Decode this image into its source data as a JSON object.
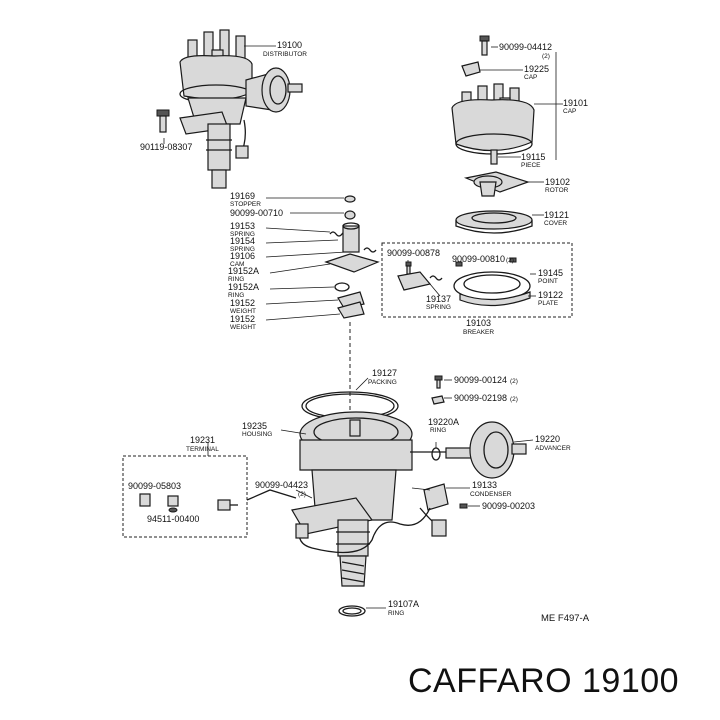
{
  "caption": "CAFFARO 19100",
  "figure_ref": "ME  F497-A",
  "labels": {
    "l19100": {
      "no": "19100",
      "name": "DISTRIBUTOR"
    },
    "l90119": {
      "no": "90119-08307",
      "name": ""
    },
    "l04412": {
      "no": "90099-04412",
      "name": "(2)"
    },
    "l19225": {
      "no": "19225",
      "name": "CAP"
    },
    "l19101": {
      "no": "19101",
      "name": "CAP"
    },
    "l19115": {
      "no": "19115",
      "name": "PIECE"
    },
    "l19102": {
      "no": "19102",
      "name": "ROTOR"
    },
    "l19121": {
      "no": "19121",
      "name": "COVER"
    },
    "l19169": {
      "no": "19169",
      "name": "STOPPER"
    },
    "l00710": {
      "no": "90099-00710",
      "name": ""
    },
    "l19153": {
      "no": "19153",
      "name": "SPRING"
    },
    "l19154": {
      "no": "19154",
      "name": "SPRING"
    },
    "l19106": {
      "no": "19106",
      "name": "CAM"
    },
    "l19152A1": {
      "no": "19152A",
      "name": "RING"
    },
    "l19152A2": {
      "no": "19152A",
      "name": "RING"
    },
    "l19152a": {
      "no": "19152",
      "name": "WEIGHT"
    },
    "l19152b": {
      "no": "19152",
      "name": "WEIGHT"
    },
    "l00878": {
      "no": "90099-00878",
      "name": ""
    },
    "l00810": {
      "no": "90099-00810",
      "name": "(2)"
    },
    "l19145": {
      "no": "19145",
      "name": "POINT"
    },
    "l19137": {
      "no": "19137",
      "name": "SPRING"
    },
    "l19122": {
      "no": "19122",
      "name": "PLATE"
    },
    "l19103": {
      "no": "19103",
      "name": "BREAKER"
    },
    "l19127": {
      "no": "19127",
      "name": "PACKING"
    },
    "l00124": {
      "no": "90099-00124",
      "name": "(2)"
    },
    "l02198": {
      "no": "90099-02198",
      "name": "(2)"
    },
    "l19235": {
      "no": "19235",
      "name": "HOUSING"
    },
    "l19220A": {
      "no": "19220A",
      "name": "RING"
    },
    "l19220": {
      "no": "19220",
      "name": "ADVANCER"
    },
    "l19231": {
      "no": "19231",
      "name": "TERMINAL"
    },
    "l05803": {
      "no": "90099-05803",
      "name": ""
    },
    "l00400": {
      "no": "94511-00400",
      "name": ""
    },
    "l04423": {
      "no": "90099-04423",
      "name": "(2)"
    },
    "l19133": {
      "no": "19133",
      "name": "CONDENSER"
    },
    "l00203": {
      "no": "90099-00203",
      "name": ""
    },
    "l19107A": {
      "no": "19107A",
      "name": "RING"
    }
  }
}
